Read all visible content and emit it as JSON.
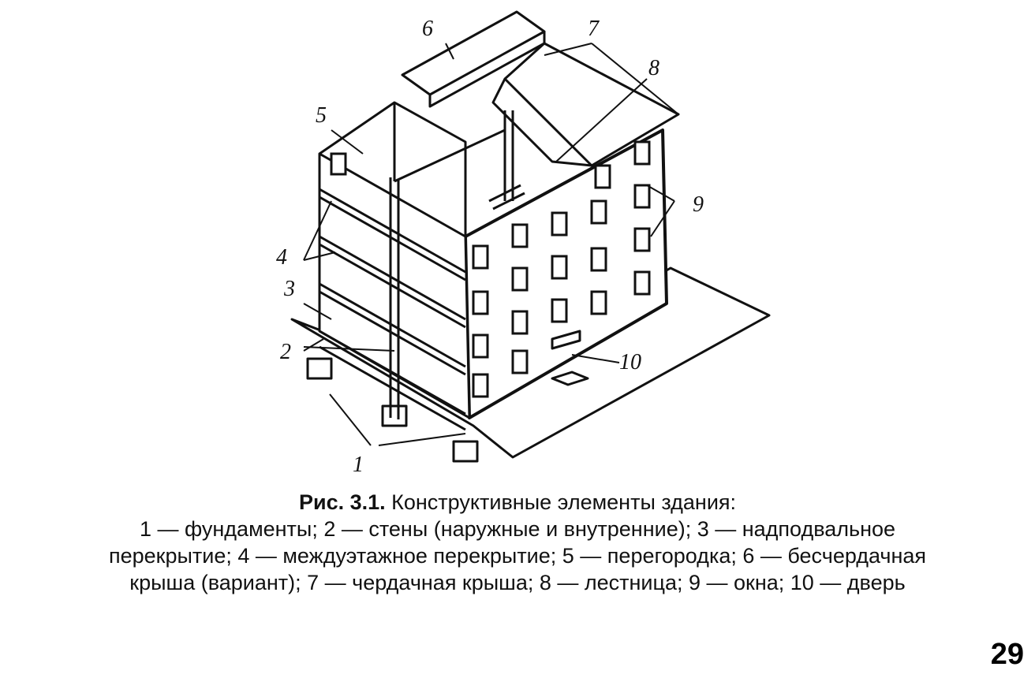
{
  "figure": {
    "labels": {
      "l1": "1",
      "l2": "2",
      "l3": "3",
      "l4": "4",
      "l5": "5",
      "l6": "6",
      "l7": "7",
      "l8": "8",
      "l9": "9",
      "l10": "10"
    }
  },
  "caption": {
    "number": "Рис. 3.1.",
    "title": "Конструктивные элементы здания:",
    "line1": "1 — фундаменты; 2 — стены (наружные и внутренние); 3 — надподвальное",
    "line2": "перекрытие; 4 — междуэтажное перекрытие; 5 — перегородка; 6 — бесчердачная",
    "line3": "крыша (вариант); 7 — чердачная крыша; 8 — лестница; 9 — окна; 10 — дверь"
  },
  "page_number": "29"
}
